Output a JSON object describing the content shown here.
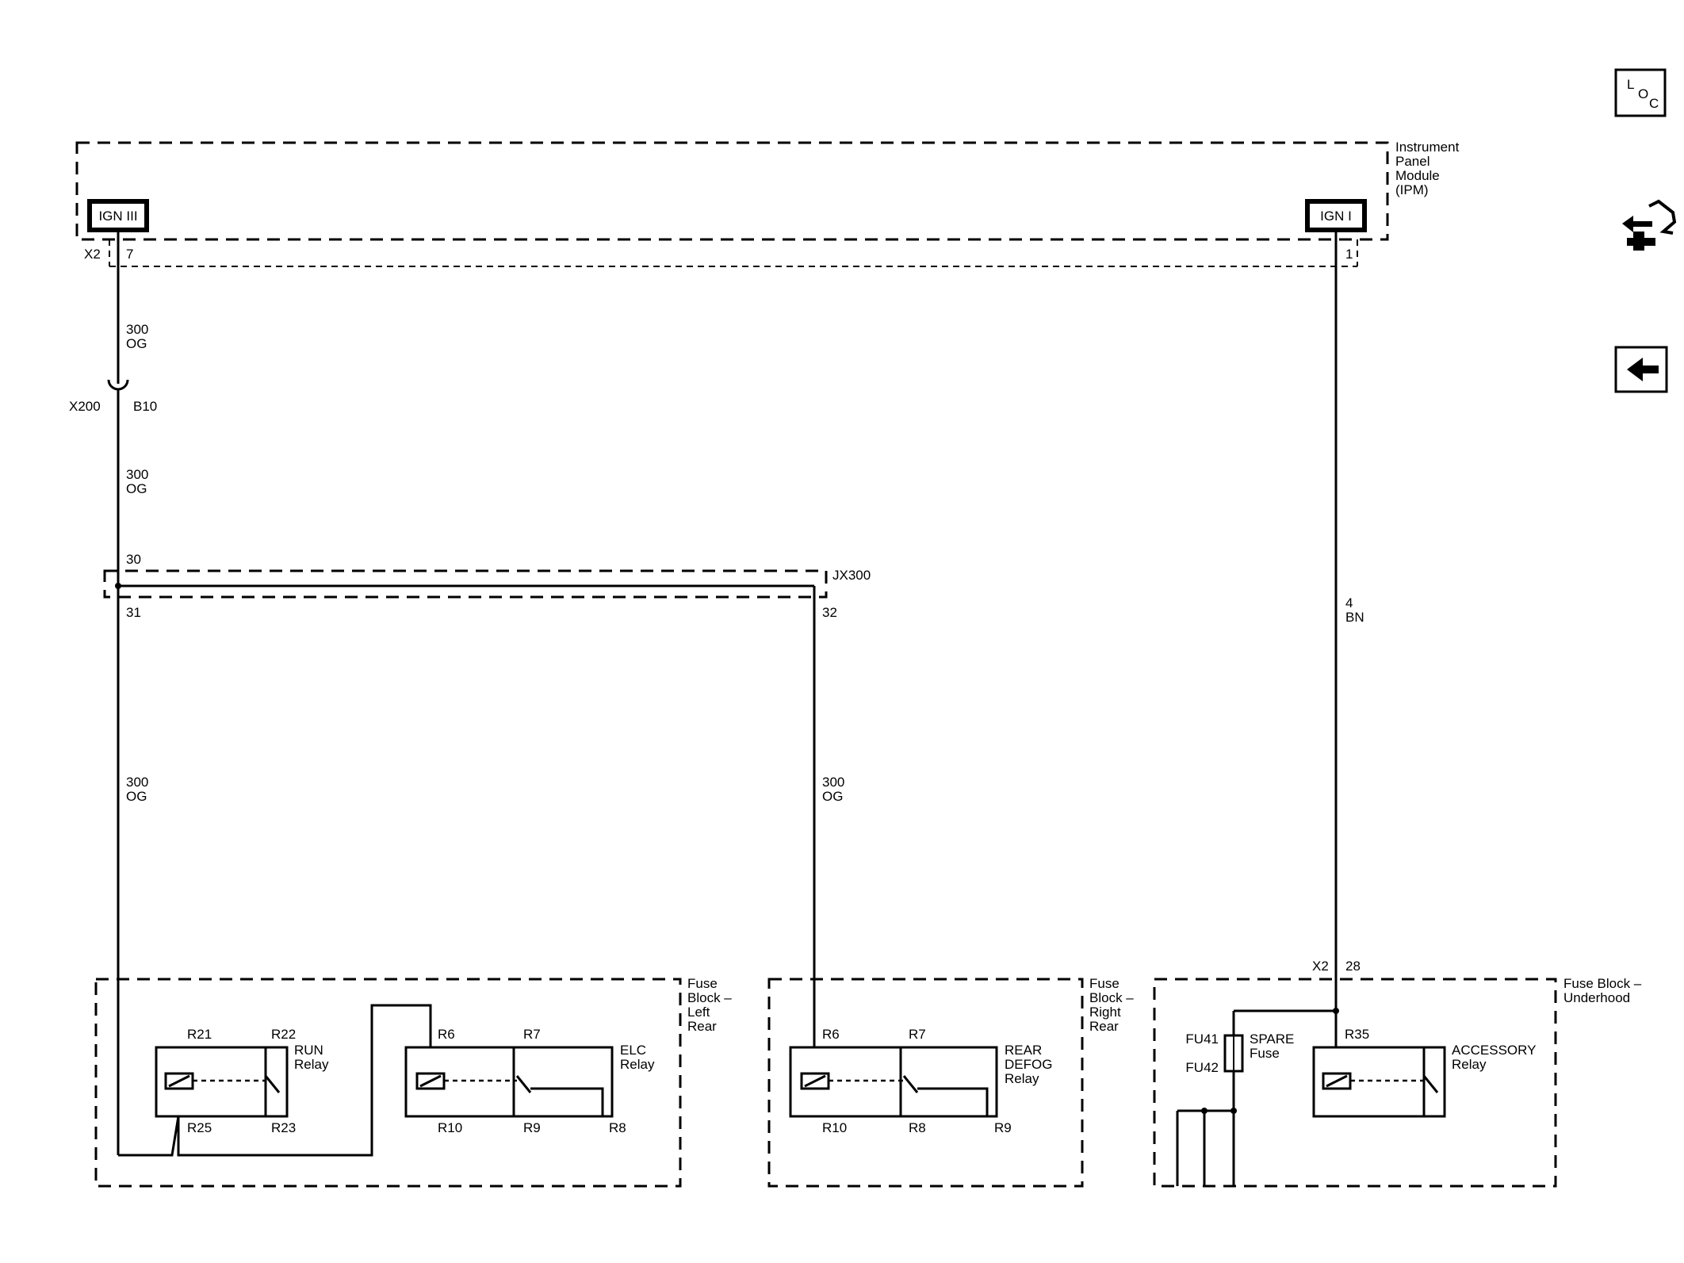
{
  "modules": {
    "ipm": {
      "name": [
        "Instrument",
        "Panel",
        "Module",
        "(IPM)"
      ],
      "left_output": "IGN III",
      "right_output": "IGN I"
    },
    "lr": {
      "name": [
        "Fuse",
        "Block –",
        "Left",
        "Rear"
      ]
    },
    "rr": {
      "name": [
        "Fuse",
        "Block –",
        "Right",
        "Rear"
      ]
    },
    "uh": {
      "name": [
        "Fuse Block –",
        "Underhood"
      ]
    }
  },
  "connectors": {
    "x2_left": "X2",
    "pin7": "7",
    "pin1": "1",
    "x200": "X200",
    "b10": "B10",
    "jx300": "JX300",
    "pin30": "30",
    "pin31": "31",
    "pin32": "32",
    "x2_uh": "X2",
    "pin28": "28"
  },
  "wires": {
    "w1": [
      "300",
      "OG"
    ],
    "w2": [
      "300",
      "OG"
    ],
    "w3": [
      "300",
      "OG"
    ],
    "w4": [
      "300",
      "OG"
    ],
    "w5": [
      "4",
      "BN"
    ]
  },
  "relays": {
    "run": {
      "name": [
        "RUN",
        "Relay"
      ],
      "pins": {
        "tl": "R21",
        "tr": "R22",
        "bl": "R25",
        "br": "R23"
      }
    },
    "elc": {
      "name": [
        "ELC",
        "Relay"
      ],
      "pins": {
        "t1": "R6",
        "t2": "R7",
        "b1": "R10",
        "b2": "R9",
        "b3": "R8"
      }
    },
    "defog": {
      "name": [
        "REAR",
        "DEFOG",
        "Relay"
      ],
      "pins": {
        "t1": "R6",
        "t2": "R7",
        "b1": "R10",
        "b2": "R8",
        "b3": "R9"
      }
    },
    "acc": {
      "name": [
        "ACCESSORY",
        "Relay"
      ],
      "pins": {
        "t1": "R35"
      }
    }
  },
  "fuse": {
    "name": [
      "SPARE",
      "Fuse"
    ],
    "top": "FU41",
    "bottom": "FU42"
  },
  "nav": {
    "loc": [
      "L",
      "O",
      "C"
    ]
  }
}
